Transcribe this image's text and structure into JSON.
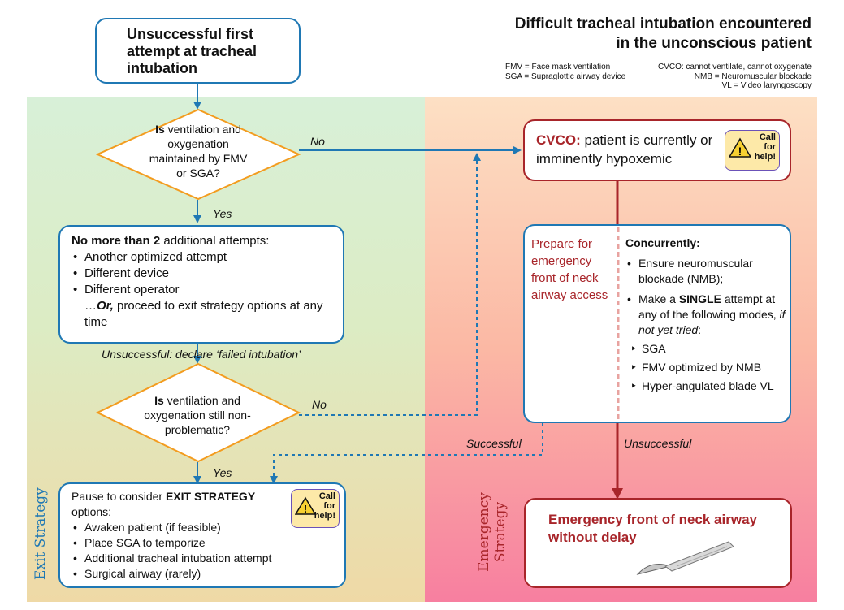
{
  "title_line1": "Difficult tracheal intubation encountered",
  "title_line2": "in the unconscious patient",
  "legend": {
    "fmv": "FMV = Face mask ventilation",
    "sga": "SGA = Supraglottic airway device",
    "cvco": "CVCO: cannot ventilate, cannot oxygenate",
    "nmb": "NMB = Neuromuscular blockade",
    "vl": "VL = Video laryngoscopy"
  },
  "start_box": "Unsuccessful first attempt at tracheal intubation",
  "decision1": {
    "bold": "Is",
    "rest": " ventilation and oxygenation maintained by FMV or SGA?"
  },
  "label_no1": "No",
  "label_yes1": "Yes",
  "attempts_box": {
    "heading_bold": "No more than 2",
    "heading_rest": " additional attempts:",
    "items": [
      "Another optimized attempt",
      "Different device",
      "Different operator"
    ],
    "or_prefix": "…",
    "or_bold": "Or,",
    "or_rest": " proceed to exit strategy options at any time"
  },
  "label_unsuccessful1": "Unsuccessful:  declare ‘failed intubation’",
  "decision2": {
    "bold": "Is",
    "rest": " ventilation and oxygenation still non-problematic?"
  },
  "label_no2": "No",
  "label_yes2": "Yes",
  "label_successful": "Successful",
  "exit_box": {
    "heading": "Pause to consider ",
    "heading_bold": "EXIT STRATEGY",
    "heading_rest": " options:",
    "items": [
      "Awaken patient (if feasible)",
      "Place SGA to temporize",
      "Additional tracheal intubation attempt",
      "Surgical airway (rarely)"
    ]
  },
  "call_for_help": "Call for help!",
  "cvco_box": {
    "bold": "CVCO:",
    "rest": " patient is currently or imminently hypoxemic"
  },
  "prepare_text": "Prepare for emergency front of neck airway access",
  "concurrently": {
    "heading": "Concurrently:",
    "item1": "Ensure neuromuscular blockade (NMB);",
    "item2_a": "Make a ",
    "item2_bold": "SINGLE",
    "item2_b": " attempt at any of the following modes, ",
    "item2_italic": "if not yet tried",
    "item2_c": ":",
    "subitems": [
      "SGA",
      "FMV optimized by NMB",
      "Hyper-angulated blade VL"
    ]
  },
  "label_unsuccessful2": "Unsuccessful",
  "emergency_box": "Emergency front of neck airway without delay",
  "exit_strategy_label": "Exit Strategy",
  "emergency_strategy_label": "Emergency Strategy",
  "colors": {
    "blue": "#1f78b4",
    "red": "#a8252a",
    "orange": "#f39c1f"
  }
}
